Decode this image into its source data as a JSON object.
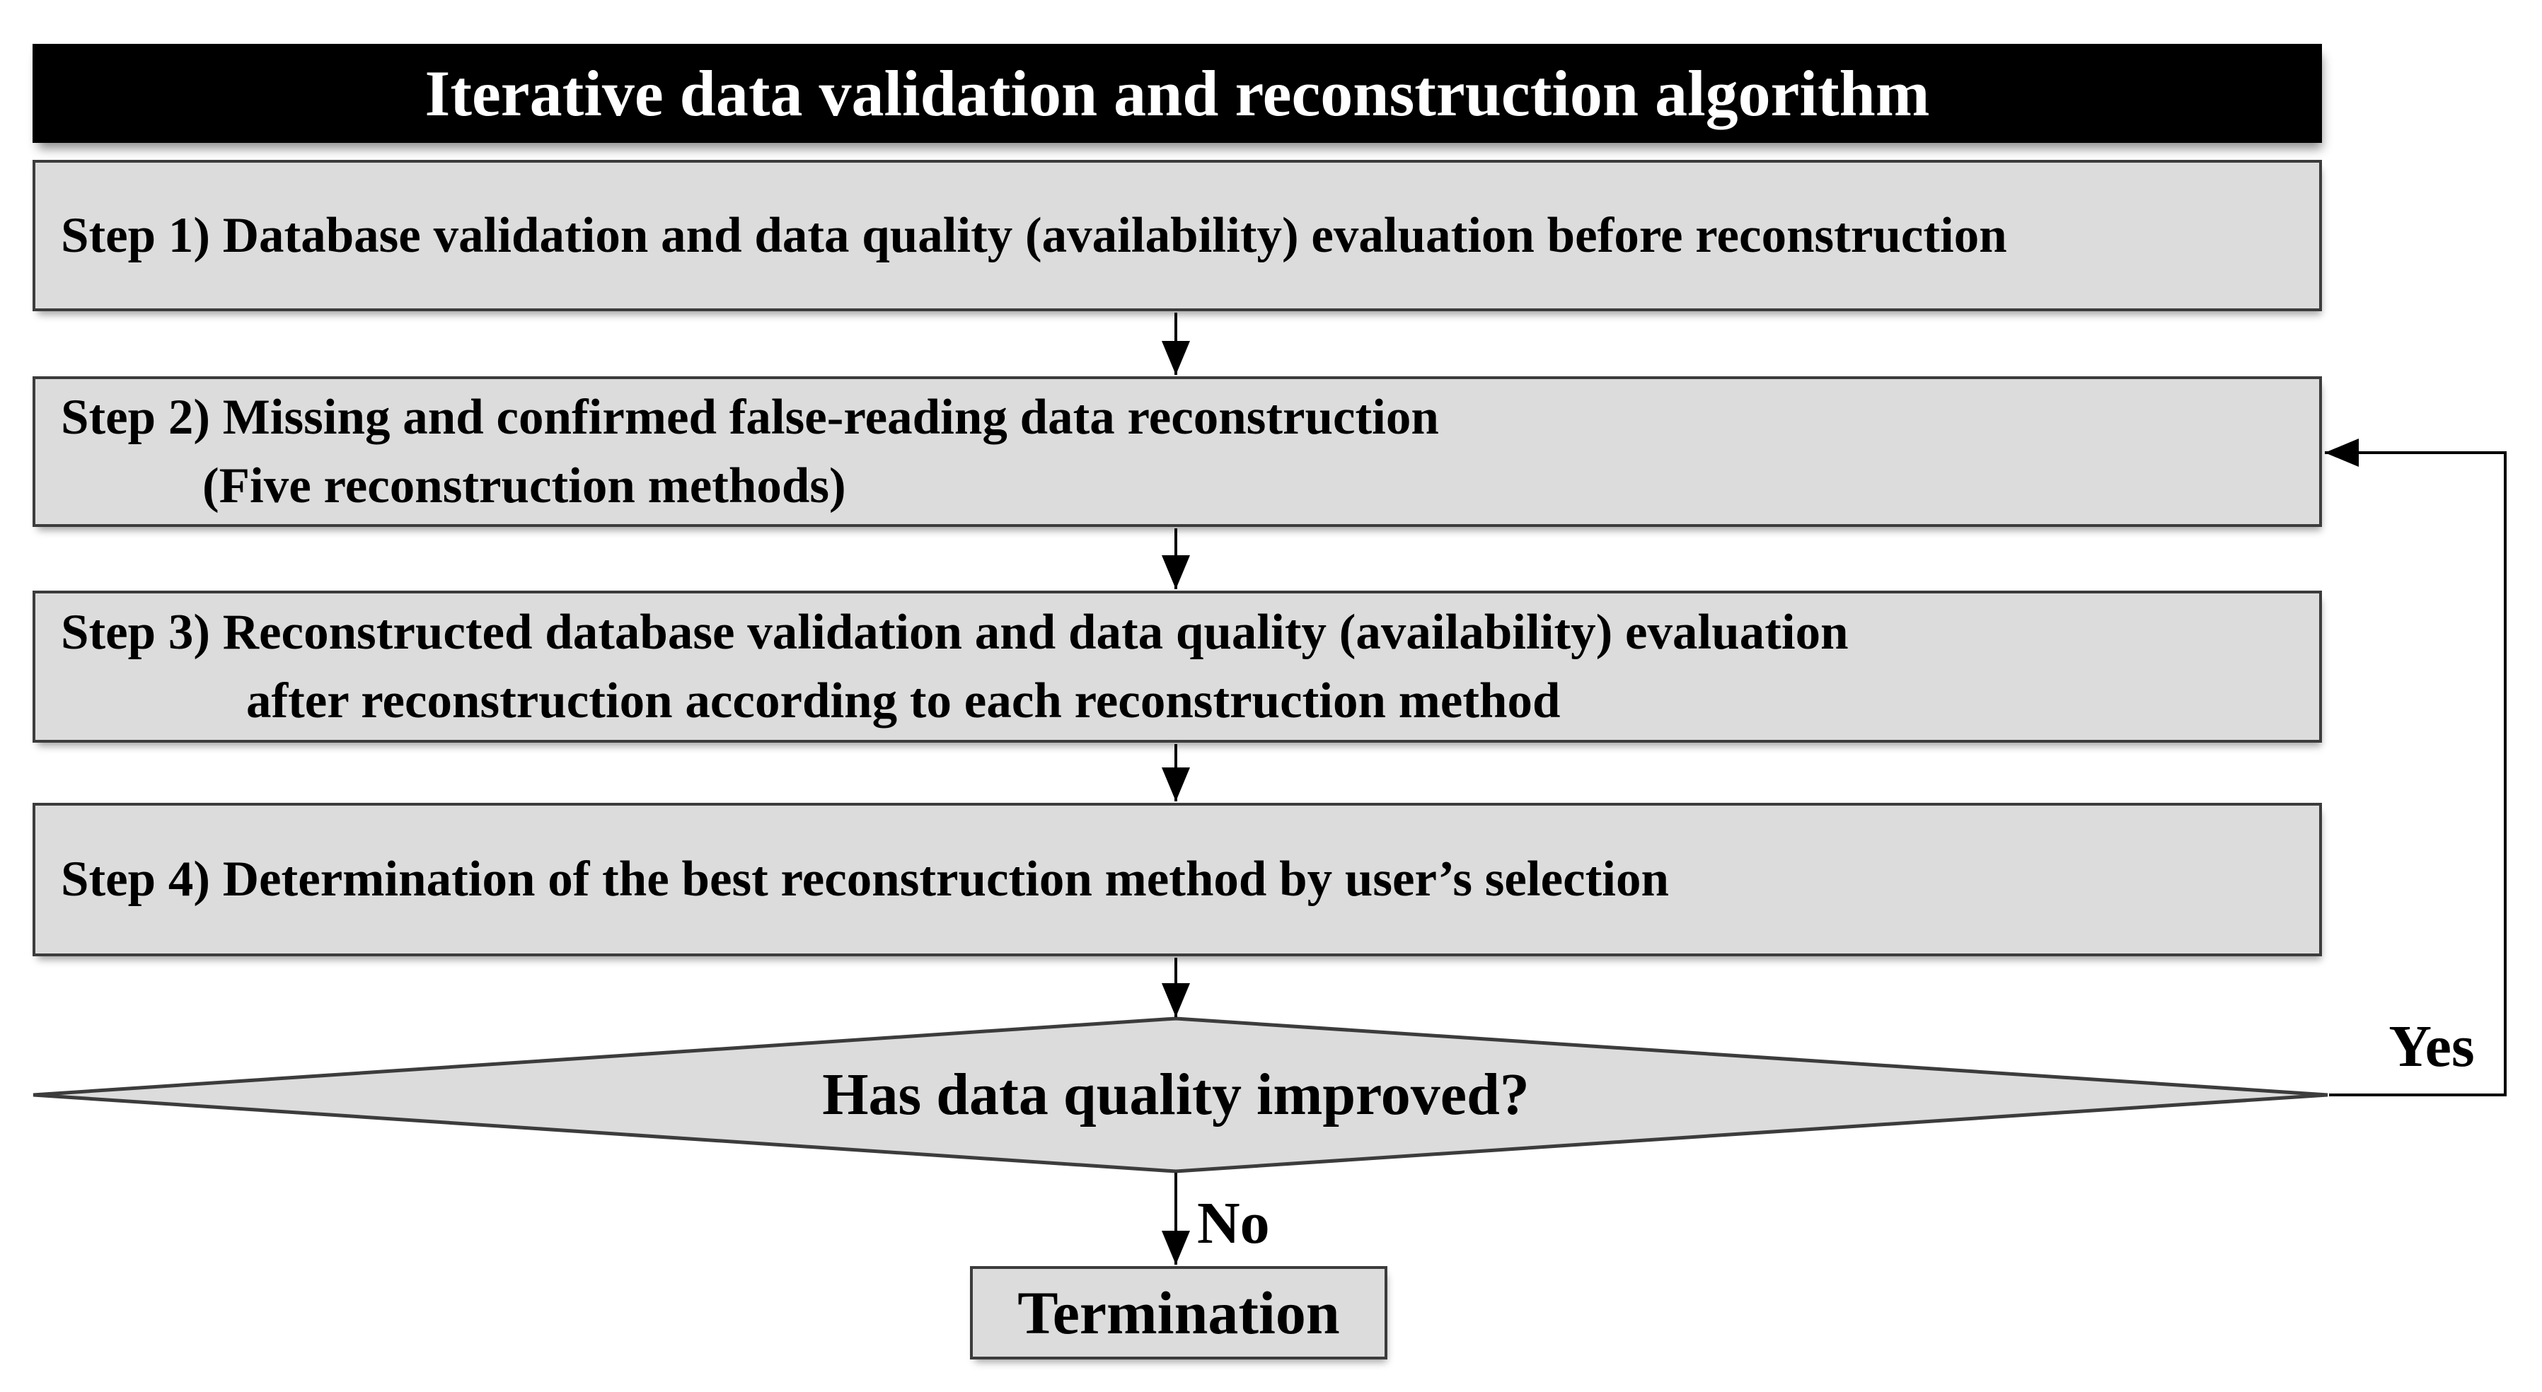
{
  "figure": {
    "title": "Iterative data validation and reconstruction algorithm"
  },
  "steps": [
    {
      "line1": "Step 1) Database validation and data quality (availability) evaluation before reconstruction"
    },
    {
      "line1": "Step 2) Missing and confirmed false-reading data reconstruction",
      "line2": "(Five reconstruction methods)"
    },
    {
      "line1": "Step 3) Reconstructed database validation and data quality (availability) evaluation",
      "line2": "after reconstruction according to each reconstruction method"
    },
    {
      "line1": "Step 4) Determination of the best reconstruction method by user’s selection"
    }
  ],
  "decision": {
    "question": "Has data quality improved?",
    "yes_label": "Yes",
    "no_label": "No"
  },
  "terminal": {
    "label": "Termination"
  },
  "colors": {
    "node_fill": "#dcdcdc",
    "node_border": "#3c3c3c",
    "title_background": "#000000",
    "title_text": "#ffffff",
    "connector": "#000000"
  }
}
